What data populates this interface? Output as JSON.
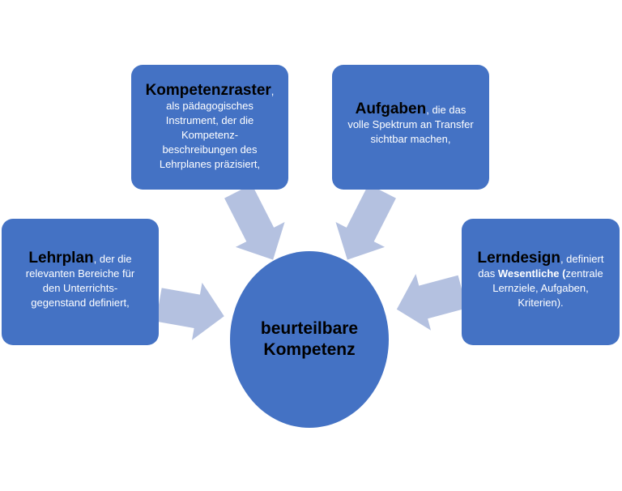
{
  "colors": {
    "box": "#4472C4",
    "arrow": "#B4C1E0"
  },
  "center": {
    "line1": "beurteilbare",
    "line2": "Kompetenz"
  },
  "kompetenzraster": {
    "key": "Kompetenzraster",
    "rest": ",",
    "lines": [
      "als pädagogisches",
      "Instrument, der die",
      "Kompetenz-",
      "beschreibungen des",
      "Lehrplanes präzisiert,"
    ]
  },
  "aufgaben": {
    "key": "Aufgaben",
    "rest": ", die das",
    "lines": [
      "volle Spektrum an Transfer",
      "sichtbar machen,"
    ]
  },
  "lehrplan": {
    "key": "Lehrplan",
    "rest": ", der die",
    "lines": [
      "relevanten Bereiche für",
      "den Unterrichts-",
      "gegenstand definiert,"
    ]
  },
  "lerndesign": {
    "key": "Lerndesign",
    "rest": ",  definiert",
    "line2_pre": "das ",
    "line2_bold": "Wesentliche (",
    "line2_post": "zentrale",
    "lines": [
      "Lernziele, Aufgaben,",
      "Kriterien)."
    ]
  }
}
